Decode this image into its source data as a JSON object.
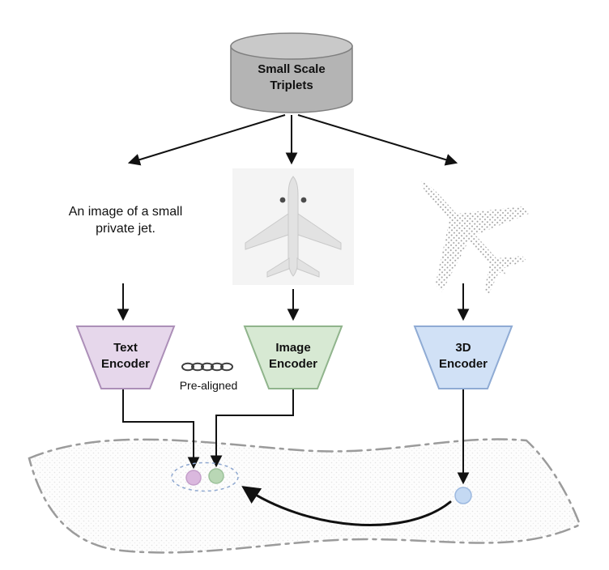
{
  "database": {
    "label": "Small Scale\nTriplets"
  },
  "text_modality": {
    "caption": "An image of a small\nprivate jet."
  },
  "image_modality": {
    "alt": "airplane-top-view-image"
  },
  "pointcloud_modality": {
    "alt": "airplane-point-cloud"
  },
  "encoders": {
    "text": {
      "label": "Text\nEncoder"
    },
    "image": {
      "label": "Image\nEncoder"
    },
    "threed": {
      "label": "3D\nEncoder"
    }
  },
  "prealigned": {
    "label": "Pre-aligned"
  },
  "icons": {
    "prealigned": "chain-icon",
    "database": "cylinder-icon"
  },
  "colors": {
    "cylinder_body": "#b4b4b4",
    "cylinder_top": "#c9c9c9",
    "cylinder_stroke": "#7f7f7f",
    "text_encoder_fill": "#e6d7eb",
    "text_encoder_stroke": "#ac8fb8",
    "image_encoder_fill": "#d7e9d3",
    "image_encoder_stroke": "#90b48c",
    "threed_encoder_fill": "#d1e1f6",
    "threed_encoder_stroke": "#8fabd4",
    "text_dot_fill": "#dab8de",
    "text_dot_stroke": "#c49fca",
    "image_dot_fill": "#b9d7b5",
    "image_dot_stroke": "#9cc19a",
    "threed_dot_fill": "#c4d9f3",
    "threed_dot_stroke": "#9db9e0",
    "arrow_color": "#111111",
    "surface_stroke": "#9b9b9b",
    "ellipse_stroke": "#8fa8d0"
  }
}
